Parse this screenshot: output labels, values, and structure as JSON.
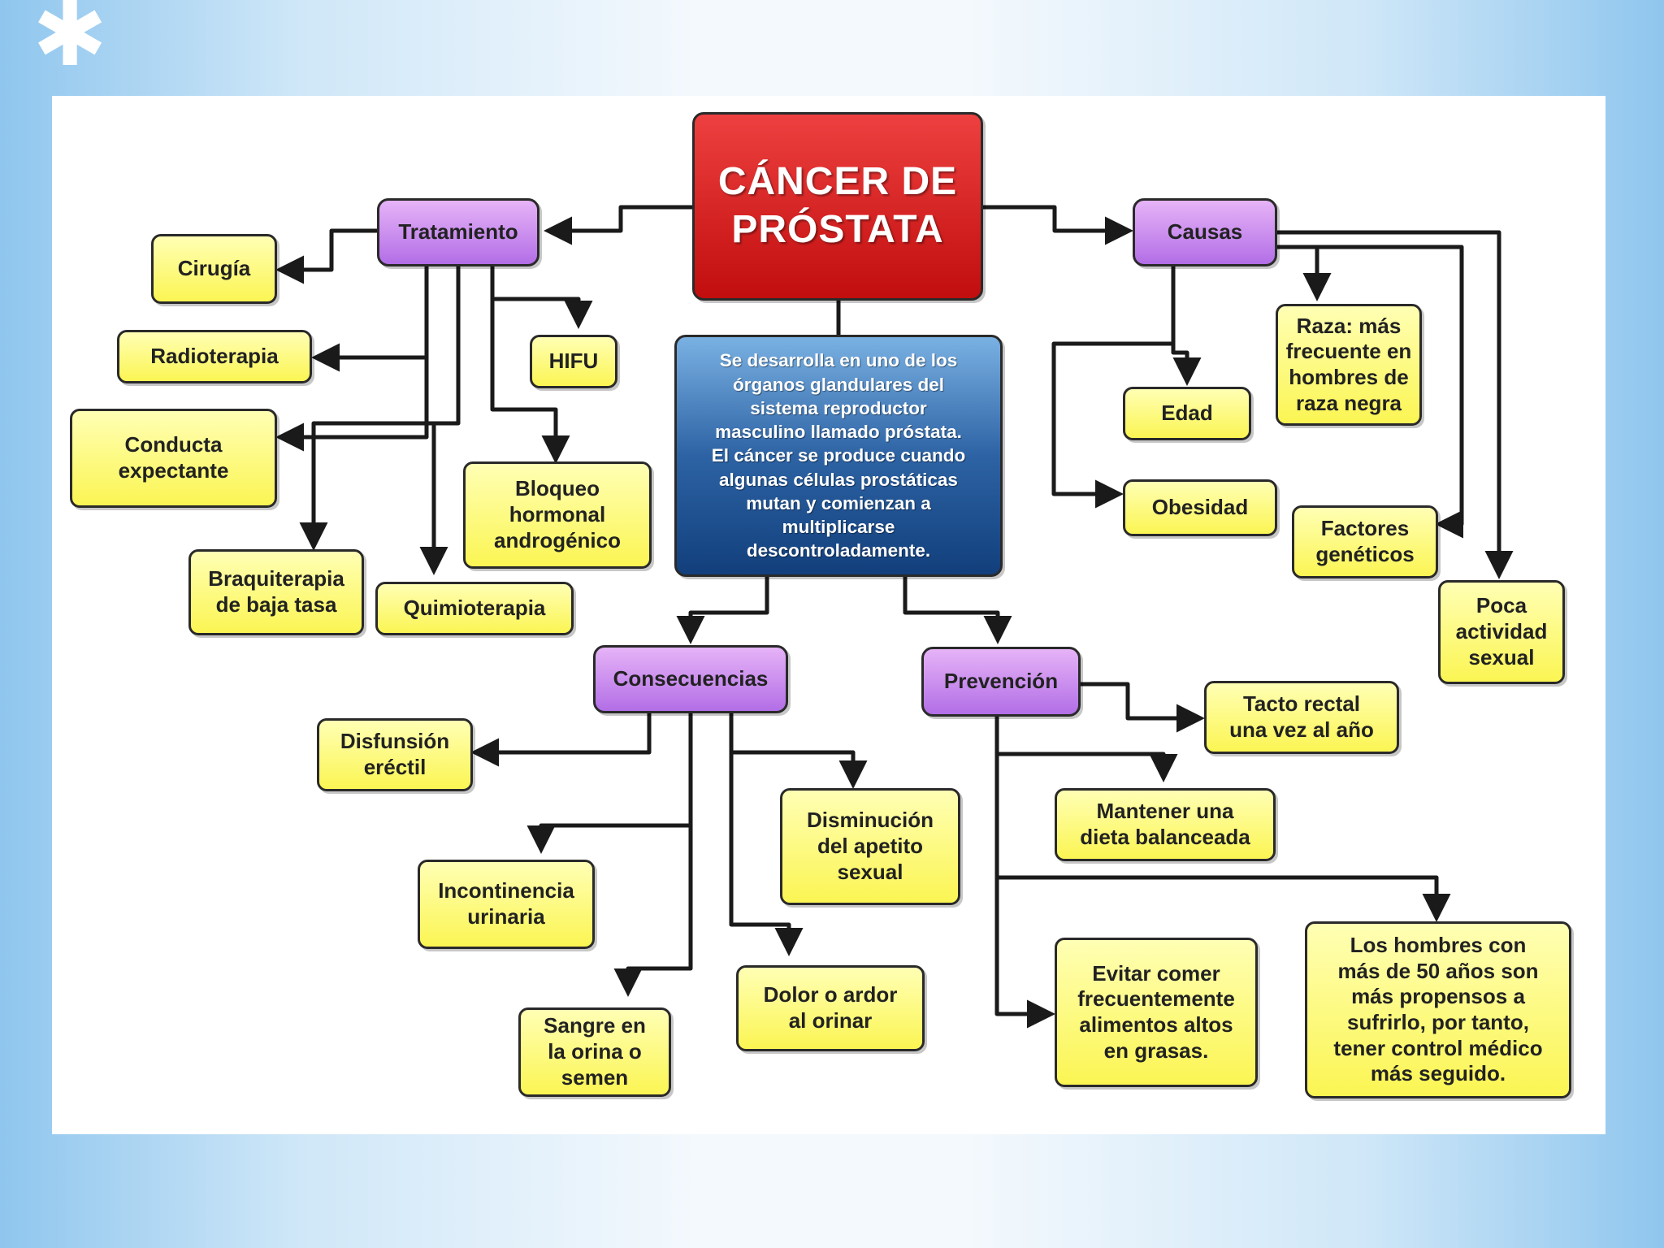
{
  "root": {
    "title": "CÁNCER DE\nPRÓSTATA"
  },
  "description": "Se desarrolla en uno de los\nórganos glandulares del\nsistema reproductor\nmasculino llamado próstata.\nEl cáncer se produce cuando\nalgunas células prostáticas\nmutan y comienzan a\nmultiplicarse\ndescontroladamente.",
  "tratamiento": {
    "label": "Tratamiento",
    "items": {
      "cirugia": "Cirugía",
      "radioterapia": "Radioterapia",
      "conducta": "Conducta\nexpectante",
      "braquiterapia": "Braquiterapia\nde baja tasa",
      "quimioterapia": "Quimioterapia",
      "hifu": "HIFU",
      "bloqueo": "Bloqueo\nhormonal\nandrogénico"
    }
  },
  "causas": {
    "label": "Causas",
    "items": {
      "raza": "Raza: más\nfrecuente en\nhombres de\nraza negra",
      "edad": "Edad",
      "obesidad": "Obesidad",
      "factores": "Factores\ngenéticos",
      "poca": "Poca\nactividad\nsexual"
    }
  },
  "consecuencias": {
    "label": "Consecuencias",
    "items": {
      "disfuncion": "Disfunsión\neréctil",
      "disminucion": "Disminución\ndel apetito\nsexual",
      "incontinencia": "Incontinencia\nurinaria",
      "sangre": "Sangre en\nla orina o\nsemen",
      "dolor": "Dolor o ardor\nal orinar"
    }
  },
  "prevencion": {
    "label": "Prevención",
    "items": {
      "tacto": "Tacto rectal\nuna vez al año",
      "dieta": "Mantener una\ndieta balanceada",
      "grasas": "Evitar comer\nfrecuentemente\nalimentos altos\nen grasas.",
      "hombres50": "Los hombres con\nmás de 50 años son\nmás propensos a\nsufrirlo, por tanto,\ntener control médico\nmás seguido."
    }
  },
  "colors": {
    "leaf": "#fbf553",
    "category": "#b26ee6",
    "root": "#d01818",
    "description": "#1d4f90",
    "connector": "#1a1a1a"
  }
}
